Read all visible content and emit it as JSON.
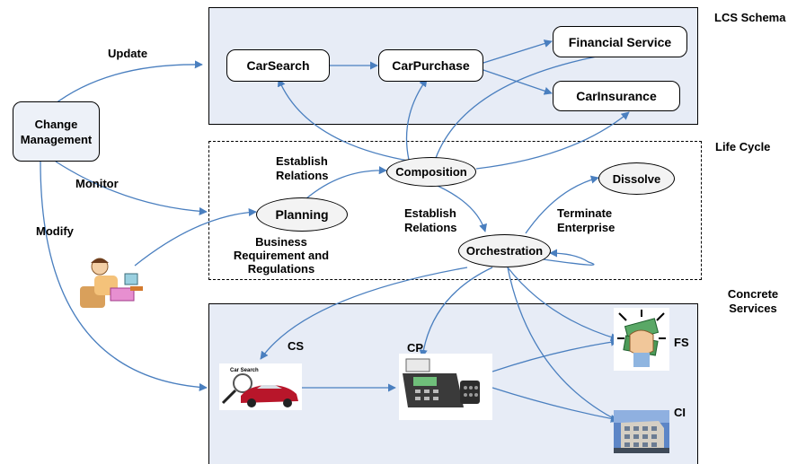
{
  "zones": {
    "schema_label": "LCS Schema",
    "lifecycle_label": "Life Cycle",
    "concrete_label": "Concrete Services",
    "concrete_label_line1": "Concrete",
    "concrete_label_line2": "Services"
  },
  "nodes": {
    "change_management": "Change Management",
    "change_line1": "Change",
    "change_line2": "Management",
    "car_search": "CarSearch",
    "car_purchase": "CarPurchase",
    "financial_service": "Financial Service",
    "car_insurance": "CarInsurance",
    "composition": "Composition",
    "planning": "Planning",
    "orchestration": "Orchestration",
    "dissolve": "Dissolve"
  },
  "edge_labels": {
    "update": "Update",
    "monitor": "Monitor",
    "modify": "Modify",
    "establish_top_1": "Establish",
    "establish_top_2": "Relations",
    "establish_mid_1": "Establish",
    "establish_mid_2": "Relations",
    "business_1": "Business",
    "business_2": "Requirement and",
    "business_3": "Regulations",
    "terminate_1": "Terminate",
    "terminate_2": "Enterprise"
  },
  "services": {
    "cs": "CS",
    "cp": "CP",
    "fs": "FS",
    "ci": "CI",
    "car_search_logo": "Car Search"
  },
  "colors": {
    "zone_fill": "#e7ecf6",
    "arrow": "#4a7fbf",
    "node_fill": "#ffffff",
    "ellipse_fill": "#f3f3f3",
    "change_fill": "#edf1f8"
  }
}
